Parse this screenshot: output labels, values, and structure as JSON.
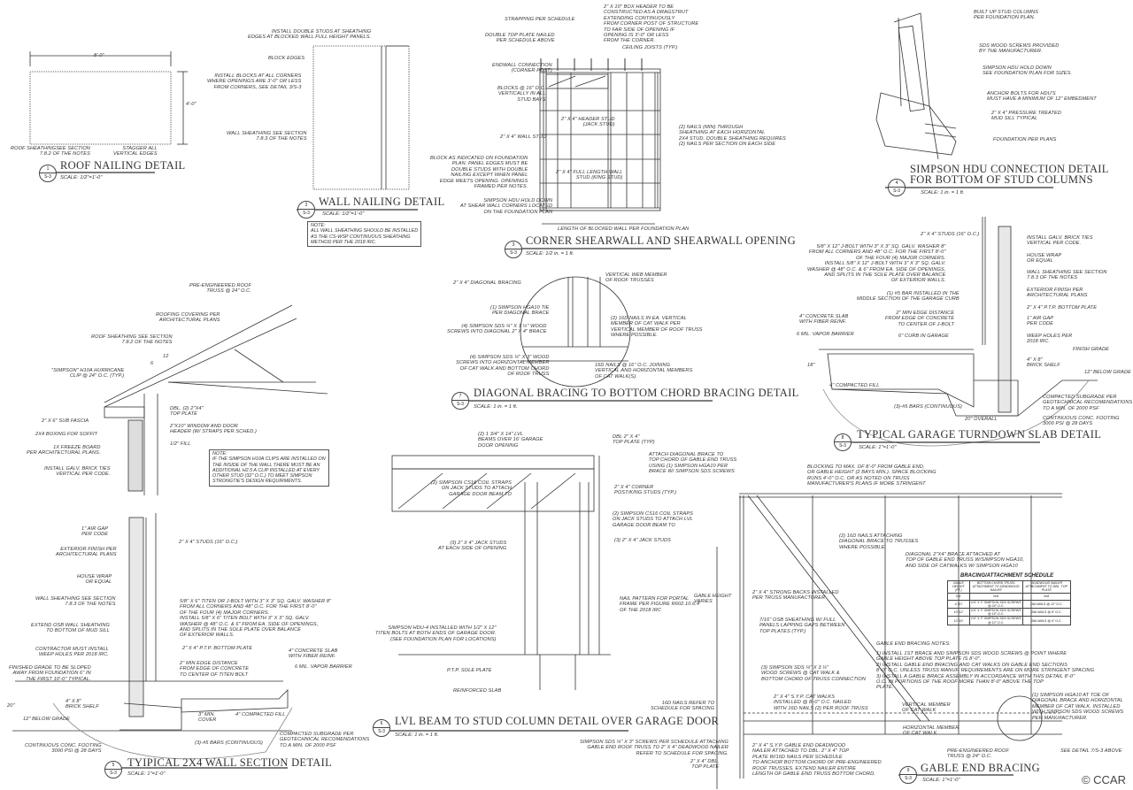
{
  "sheet": "S-3",
  "details": [
    {
      "number": "1",
      "title": "ROOF NAILING DETAIL",
      "scale": "SCALE: 1/2\"=1'-0\""
    },
    {
      "number": "2",
      "title": "WALL NAILING DETAIL",
      "scale": "SCALE: 1/2\"=1'-0\""
    },
    {
      "number": "3",
      "title": "CORNER SHEARWALL AND SHEARWALL OPENING",
      "scale": "SCALE: 1/2 in. = 1 ft."
    },
    {
      "number": "4",
      "title": "SIMPSON HDU CONNECTION DETAIL\nFOR BOTTOM OF STUD COLUMNS",
      "scale": "SCALE: 1 in. = 1 ft."
    },
    {
      "number": "5",
      "title": "TYIPICAL 2X4 WALL SECTION DETAIL",
      "scale": "SCALE: 1\"=1'-0\""
    },
    {
      "number": "6",
      "title": "LVL BEAM TO STUD COLUMN DETAIL OVER GARAGE DOOR",
      "scale": "SCALE: 1 in. = 1 ft."
    },
    {
      "number": "7",
      "title": "DIAGONAL BRACING TO BOTTOM CHORD BRACING DETAIL",
      "scale": "SCALE: 1 in. = 1 ft."
    },
    {
      "number": "8",
      "title": "TYPICAL GARAGE TURNDOWN SLAB DETAIL",
      "scale": "SCALE: 1\"=1'-0\""
    },
    {
      "number": "9",
      "title": "GABLE END BRACING",
      "scale": "SCALE: 1\"=1'-0\""
    }
  ],
  "notes": {
    "wall_nailing": "NOTE:\nALL WALL SHEATHING SHOULD BE INSTALLED\nAS THE CS-WSP CONTINUOUS SHEATHING\nMETHOD PER THE 2018 IRC.",
    "roof_clip": "NOTE:\nIF THE SIMPSON H10A CLIPS ARE INSTALLED ON\nTHE INSIDE OF THE WALL THERE MUST BE AN\nADDITIONAL H2.5 A CLIP INSTALLED AT EVERY\nOTHER STUD (32\" O.C.) TO MEET SIMPSON\nSTRONGTIE'S DESIGN REQUIRMENTS."
  },
  "labels": {
    "d1_width": "8'-0\"",
    "d1_height": "4'-0\"",
    "d1_sheathing": "ROOF SHEATHINGSEE SECTION\n7.8.2 OF THE NOTES",
    "d1_stagger": "STAGGER ALL\nVERTICAL EDGES",
    "d2_double": "INSTALL DOUBLE STUDS AT SHEATHING\nEDGES AT BLOCKED WALL FULL HEIGHT PANELS.",
    "d2_block_edges": "BLOCK EDGES",
    "d2_blocks": "INSTALL BLOCKS AT ALL CORNERS\nWHERE OPENINGS ARE 3'-0\" OR LESS\nFROM CORNERS, SEE DETAIL 3/S-3",
    "d2_sheathing": "WALL SHEATHING SEE SECTION\n7.8.3 OF THE NOTES",
    "d3_strapping": "STRAPPING PER SCHEDULE",
    "d3_header": "2\" X 10\" BOX HEADER TO BE\nCONSTRUCTED AS A DRAGSTRUT\nEXTENDING CONTINUOUSLY\nFROM CORNER POST OF STRUCTURE\nTO FAR SIDE OF OPENING IF\nOPENING IS 3'-0\" OR LESS\nFROM THE CORNER.",
    "d3_topplate": "DOUBLE TOP PLATE NAILED\nPER SCHEDULE ABOVE",
    "d3_joists": "CEILING JOISTS (TYP.)",
    "d3_endwall": "ENDWALL CONNECTION\n(CORNER POST)",
    "d3_blocks": "BLOCKS @ 16\" O.C.\nVERTICALLY IN ALL\nSTUD BAYS",
    "d3_jack": "2\" X 4\" HEADER STUD\n(JACK STUD)",
    "d3_wallstud": "2\" X 4\" WALL STUD",
    "d3_nails": "(2) NAILS (MIN) THROUGH\nSHEATHING AT EACH HORIZONTAL\n2X4 STUD. DOUBLE SHEATHING REQUIRES\n(2) NAILS PER SECTION ON EACH SIDE",
    "d3_panel": "BLOCK AS INDICATED ON FOUNDATION\nPLAN. PANEL EDGES MUST BE\nDOUBLE STUDS WITH DOUBLE\nNAILING EXCEPT WHEN PANEL\nEDGE MEETS OPENING. OPENINGS\nFRAMED PER NOTES.",
    "d3_king": "2\" X 4\" FULL LENGTH WALL\nSTUD (KING STUD)",
    "d3_hdu": "SIMPSON HDU HOLD DOWN\nAT SHEAR WALL CORNERS LOCATED\nON THE FOUNDATION PLAN",
    "d3_length": "LENGTH OF BLOCKED WALL PER FOUNDATION PLAN",
    "d4_columns": "BUILT UP STUD COLUMNS\nPER FOUNDATION PLAN.",
    "d4_sds": "SDS WOOD SCREWS PROVIDED\nBY THE MANUFACTURER.",
    "d4_hdu": "SIMPSON HDU HOLD DOWN\nSEE FOUNDATION PLAN FOR SIZES.",
    "d4_anchor": "ANCHOR BOLTS FOR HDU'S\nMUST HAVE A MINIMUM OF 12\" EMBEDMENT",
    "d4_mudsill": "2\" X 4\" PRESSURE TREATED\nMUD SILL TYPICAL",
    "d4_foundation": "FOUNDATION PER PLANS",
    "r_truss": "PRE-ENGINEERED ROOF\nTRUSS @ 24\" O.C.",
    "r_covering": "ROOFING COVERING PER\nARCHITECTURAL PLANS",
    "r_sheathing": "ROOF SHEATHING SEE SECTION\n7.8.2 OF THE NOTES",
    "r_pitch_run": "12",
    "r_pitch_rise": "6",
    "r_clip": "\"SIMPSON\" H10A HURRICANE\nCLIP @ 24\" O.C. (TYP.)",
    "r_fascia": "2\" X 6\" SUB FASCIA",
    "r_boxing": "2X4 BOXING FOR SOFFIT",
    "r_freeze": "1X FREEZE BOARD\nPER ARCHITECTURAL PLANS.",
    "r_ties": "INSTALL GALV. BRICK TIES\nVERTICAL PER CODE.",
    "r_topplate": "DBL. (2) 2\"x4\"\nTOP PLATE",
    "r_header": "2\"x10\" WINDOW AND DOOR\nHEADER (W/ STRAPS PER SCHED.)",
    "r_fill": "1/2\" FILL",
    "d7_bracing": "2\" X 4\" DIAGONAL BRACING",
    "d7_web": "VERTICAL WEB MEMBER\nOF ROOF TRUSSES",
    "d7_hga": "(1) SIMPSON HGA10 TIE\nPER DIAGONAL BRACE",
    "d7_sds1": "(4) SIMPSON SDS ¼\" X 1 ½\" WOOD\nSCREWS INTO DIAGONAL 2\" X 4\" BRACE",
    "d7_16d": "(2) 16d NAILS IN EA. VERTICAL\nMEMBER OF CAT WALK PER\nVERTICAL MEMBER OF ROOF TRUSS\nWHERE POSSIBLE.",
    "d7_sds2": "(4) SIMPSON SDS ¼\" X 3\" WOOD\nSCREWS INTO HORIZONTAL MEMBER\nOF CAT WALK AND BOTTOM CHORD\nOF ROOF TRUSS",
    "d7_joining": "16d NAILS @ 16\" O.C. JOINING\nVERTICAL AND HORIZONTAL MEMBERS\nOF CAT WALK(S).",
    "d8_studs": "2\" X 4\" STUDS (16\" O.C.)",
    "d8_jbolt": "5/8\" X 12\" J-BOLT WITH 3\" X 3\" SQ. GALV. WASHER 8\"\nFROM ALL CORNERS AND 48\" O.C. FOR THE FIRST 8'-0\"\nOF THE FOUR (4) MAJOR CORNERS.\nINSTALL 5/8\" X 12\" J-BOLT WITH 3\" X 3\" SQ. GALV.\nWASHER @ 48\" O.C. & 6\" FROM EA. SIDE OF OPENINGS,\nAND SPLITS IN THE SOLE PLATE OVER BALANCE\nOF EXTERIOR WALLS.",
    "d8_bar": "(1) #5 BAR INSTALLED IN THE\nMIDDLE SECTION OF THE GARAGE CURB",
    "d8_edge": "2\" MIN EDGE DISTANCE\nFROM EDGE OF CONCRETE\nTO CENTER OF J-BOLT",
    "d8_slab": "4\" CONCRETE SLAB\nWITH FIBER REINF.",
    "d8_vapor": "6 mil. VAPOR BARRIER",
    "d8_curb": "6\" CURB IN GARAGE",
    "d8_ties": "INSTALL GALV. BRICK TIES\nVERTICAL PER CODE.",
    "d8_wrap": "HOUSE WRAP\nOR EQUAL",
    "d8_sheathing": "WALL SHEATHING SEE SECTION\n7.8.3 OF THE NOTES",
    "d8_finish": "EXTERIOR FINISH PER\nARCHITECTURAL PLANS",
    "d8_plate": "2\" X 4\" P.T.P. BOTTOM PLATE",
    "d8_airgap": "1\" AIR GAP\nPER CODE",
    "d8_weep": "WEEP HOLES PER\n2018 IRC.",
    "d8_grade": "FINISH GRADE",
    "d8_shelf": "4\" X 8\"\nBRICK SHELF",
    "d8_fill": "4\" COMPACTED FILL",
    "d8_bars": "(3)-#5 BARS (CONTINUOUS)",
    "d8_overall": "20\" OVERALL",
    "d8_subgrade": "COMPACTED SUBGRADE PER\nGEOTECHNICAL RECOMENDATIONS\nTO A MIN. OF 2000 PSF",
    "d8_footing": "CONTINUOUS CONC. FOOTING\n3000 PSI @ 28 DAYS",
    "d8_depth": "18\"",
    "d8_below": "12\" BELOW GRADE",
    "d5_airgap": "1\" AIR GAP\nPER CODE",
    "d5_finish": "EXTERIOR FINISH PER\nARCHITECTURAL PLANS",
    "d5_wrap": "HOUSE WRAP\nOR EQUAL",
    "d5_sheathing": "WALL SHEATHING SEE SECTION\n7.8.3 OF THE NOTES",
    "d5_osb": "EXTEND OSB WALL SHEATHING\nTO BOTTOM OF MUD SILL",
    "d5_weep": "CONTRACTOR MUST INSTALL\nWEEP HOLES PER 2018 IRC.",
    "d5_grade": "FINISHED GRADE TO BE SLOPED\nAWAY FROM FOUNDATION 6\" IN\nTHE FIRST 10'-0\" TYPICAL.",
    "d5_studs": "2\" X 4\" STUDS (16\" O.C.)",
    "d5_titen": "5/8\" X 6\" TITEN OR J-BOLT WITH 3\" X 3\" SQ. GALV. WASHER 8\"\nFROM ALL CORNERS AND 48\" O.C. FOR THE FIRST 8'-0\"\nOF THE FOUR (4) MAJOR CORNERS.\nINSTALL 5/8\" X 6\" TITEN BOLT WITH 3\" X 3\" SQ. GALV.\nWASHER @ 48\" O.C. & 6\" FROM EA. SIDE OF OPENINGS,\nAND SPLITS IN THE SOLE PLATE OVER BALANCE\nOF EXTERIOR WALLS.",
    "d5_plate": "2\" X 4\" P.T.P. BOTTOM PLATE",
    "d5_edge": "2\" MIN EDGE DISTANCE\nFROM EDGE OF CONCRETE\nTO CENTER OF TITEN BOLT",
    "d5_slab": "4\" CONCRETE SLAB\nWITH FIBER REINF.",
    "d5_vapor": "6 mil. VAPOR BARRIER",
    "d5_shelf": "4\" X 8\"\nBRICK SHELF",
    "d5_cover": "3\" MIN.\nCOVER",
    "d5_fill": "4\" COMPACTED FILL",
    "d5_footing": "CONTINUOUS CONC. FOOTING\n3000 PSI @ 28 DAYS",
    "d5_bars": "(3)-#5 BARS (CONTINUOUS)",
    "d5_subgrade": "COMPACTED SUBGRADE PER\nGEOTECHNICAL RECOMENDATIONS\nTO A MIN. OF 2000 PSF",
    "d5_depth": "20\"",
    "d5_below": "12\" BELOW GRADE",
    "d6_lvl": "(2) 1 3/4\" X 14\" LVL\nBEAMS OVER 16' GARAGE\nDOOR OPENING",
    "d6_topplate": "DBL 2\" X 4\"\nTOP PLATE (TYP)",
    "d6_cs16a": "(2) SIMPSON CS16 COIL STRAPS\nON JACK STUDS TO ATTACH\nGARAGE DOOR BEAM TO",
    "d6_corner": "2\" X 4\" CORNER\nPOST/KING STUDS (TYP.)",
    "d6_cs16b": "(2) SIMPSON CS16 COIL STRAPS\nON JACK STUDS TO ATTACH LVL\nGARAGE DOOR BEAM TO",
    "d6_jack1": "(3) 2\" X 4\" JACK STUDS\nAT EACH SIDE OF OPENING",
    "d6_jack2": "(3) 2\" X 4\" JACK STUDS",
    "d6_nail": "NAIL PATTERN FOR PORTAL\nFRAME PER FIGURE R602.10.6.4\nOF THE 2018 IRC",
    "d6_hdu": "SIMPSON HDU-4 INSTALLED WITH 1/2\" X 12\"\nTITEN BOLTS AT BOTH ENDS OF GARAGE DOOR.\n(SEE FOUNDATION PLAN FOR LOCATIONS)",
    "d6_sole": "P.T.P. SOLE PLATE",
    "d6_slab": "REINFORCED SLAB",
    "d9_attach": "ATTACH DIAGONAL BRACE TO\nTOP CHORD OF GABLE END TRUSS\nUSING (1) SIMPSON HGA10 PER\nBRACE W/ SIMPSON SDS SCREWS",
    "d9_blocking": "BLOCKING TO MAX. OF 8'-0\" FROM GABLE END,\nOR GABLE HEIGHT (2 BAYS MIN.). SPACE BLOCKING\nRUNS 4'-0\" O.C. OR AS NOTED ON TRUSS\nMANUFACTURER'S PLANS IF MORE STRINGENT",
    "d9_16d": "(2) 16d NAILS ATTACHING\nDIAGONAL BRACE TO TRUSSES\nWHERE POSSIBLE.",
    "d9_diag": "DIAGONAL 2\"X4\" BRACE ATTACHED AT\nTOP OF GABLE END TRUSS W/SIMPSON HGA10,\nAND SIDE OF CATWALKS W/ SIMPSON HGA10",
    "d9_height": "GABLE HEIGHT\nVARIES",
    "d9_strong": "2\" X 4\" STRONG BACKS INSTALLED\nPER TRUSS MANUFACTURER",
    "d9_osb": "7/16\" OSB SHEATHING W/ FULL\nPANELS LAPPING GAPS BETWEEN\nTOP PLATES (TYP.)",
    "d9_notes_title": "GABLE END BRACING NOTES:",
    "d9_notes": "1) INSTALL 1st BRACE AND SIMPSON SDS WOOD SCREWS @ POINT WHERE\nGABLE HEIGHT ABOVE TOP PLATE IS 8'-0\".\n2) INSTALL GABLE END BRACING AND CAT WALKS ON GABLE END SECTIONS\n8'-0\" O.C. UNLESS TRUSS MANUF. REQUIREMENTS ARE ON MORE STRINGENT SPACING\n3) INSTALL A GABLE BRACE ASSEMBLY IN ACCORDANCE WITH THIS DETAIL 8'-0\"\nO.C. IN PORTIONS OF THE ROOF MORE THAN 8'-0\" ABOVE THE TOP\nPLATE.",
    "d9_sds": "(3) SIMPSON SDS ¼\" X 3 ½\"\nWOOD SCREWS @ CAT WALK &\nBOTTOM CHORD OF TRUSS CONNECTION",
    "d9_catwalk": "2\" X 4\" S.Y.P. CAT WALKS\nINSTALLED @ 8'-0\" O.C. NAILED\nWITH 16d NAILS (2) PER ROOF TRUSS",
    "d9_vert": "VERTICAL MEMBER\nOF CAT WALK",
    "d9_horiz": "HORIZONTAL MEMBER\nOF CAT WALK",
    "d9_16dsched": "16d NAILS REFER TO\nSCHEDULE FOR SPACING",
    "d9_hga": "(1) SIMPSON HGA10 AT TOE OF\nDIAGONAL BRACE AND HORIZONTAL\nMEMBER OF CAT WALK. INSTALLED\nWITH SIMPSON SDS WOOD SCREWS\nPER MANUFACTURER.",
    "d9_sdsend": "SIMPSON SDS ¼\" X 3\" SCREWS PER SCHEDULE ATTACHING\nGABLE END ROOF TRUSS TO 2\" X 4\" DEADWOOD NAILER\nREFER TO SCHEDULE FOR SPACING.",
    "d9_dbl": "2\" X 4\" DBL.\nTOP PLATE",
    "d9_deadwood": "2\" X 4\" S.Y.P. GABLE END DEADWOOD\nNAILER ATTACHED TO DBL. 2\" X 4\" TOP\nPLATE W/16d NAILS PER SCHEDULE\nTO ANCHOR BOTTOM CHORD OF PRE-ENGINEERED\nROOF TRUSSES. EXTEND NAILER ENTIRE\nLENGTH OF GABLE END TRUSS BOTTOM CHORD.",
    "d9_truss": "PRE-ENGINEERED ROOF\nTRUSS @ 24\" O.C.",
    "d9_see": "SEE DETAIL 7/S-3 ABOVE"
  },
  "schedule": {
    "title": "BRACING/ATTACHMENT SCHEDULE",
    "headers": [
      "GABLE HEIGHT (FT.)",
      "BOTTOM CHORD TRUSS ATTACHMENT TO DEADWOOD NAILER",
      "DEADWOOD NAILER ATTACHMENT TO DBL. TOP PLATE"
    ],
    "rows": [
      [
        "0-4'",
        "N/A",
        "N/A"
      ],
      [
        "4'-10'",
        "1/4\" X 3\" SIMPSON SDS SCREWS @ 24\" O.C.",
        "16d NAILS @ 12\" O.C."
      ],
      [
        "10'-12'",
        "1/4\" X 3\" SIMPSON SDS SCREWS @ 16\" O.C.",
        "16d NAILS @ 8\" O.C."
      ],
      [
        "12'-16'",
        "1/4\" X 3\" SIMPSON SDS SCREWS @ 12\" O.C.",
        "16d NAILS @ 6\" O.C."
      ]
    ]
  },
  "watermark": "© CCAR"
}
